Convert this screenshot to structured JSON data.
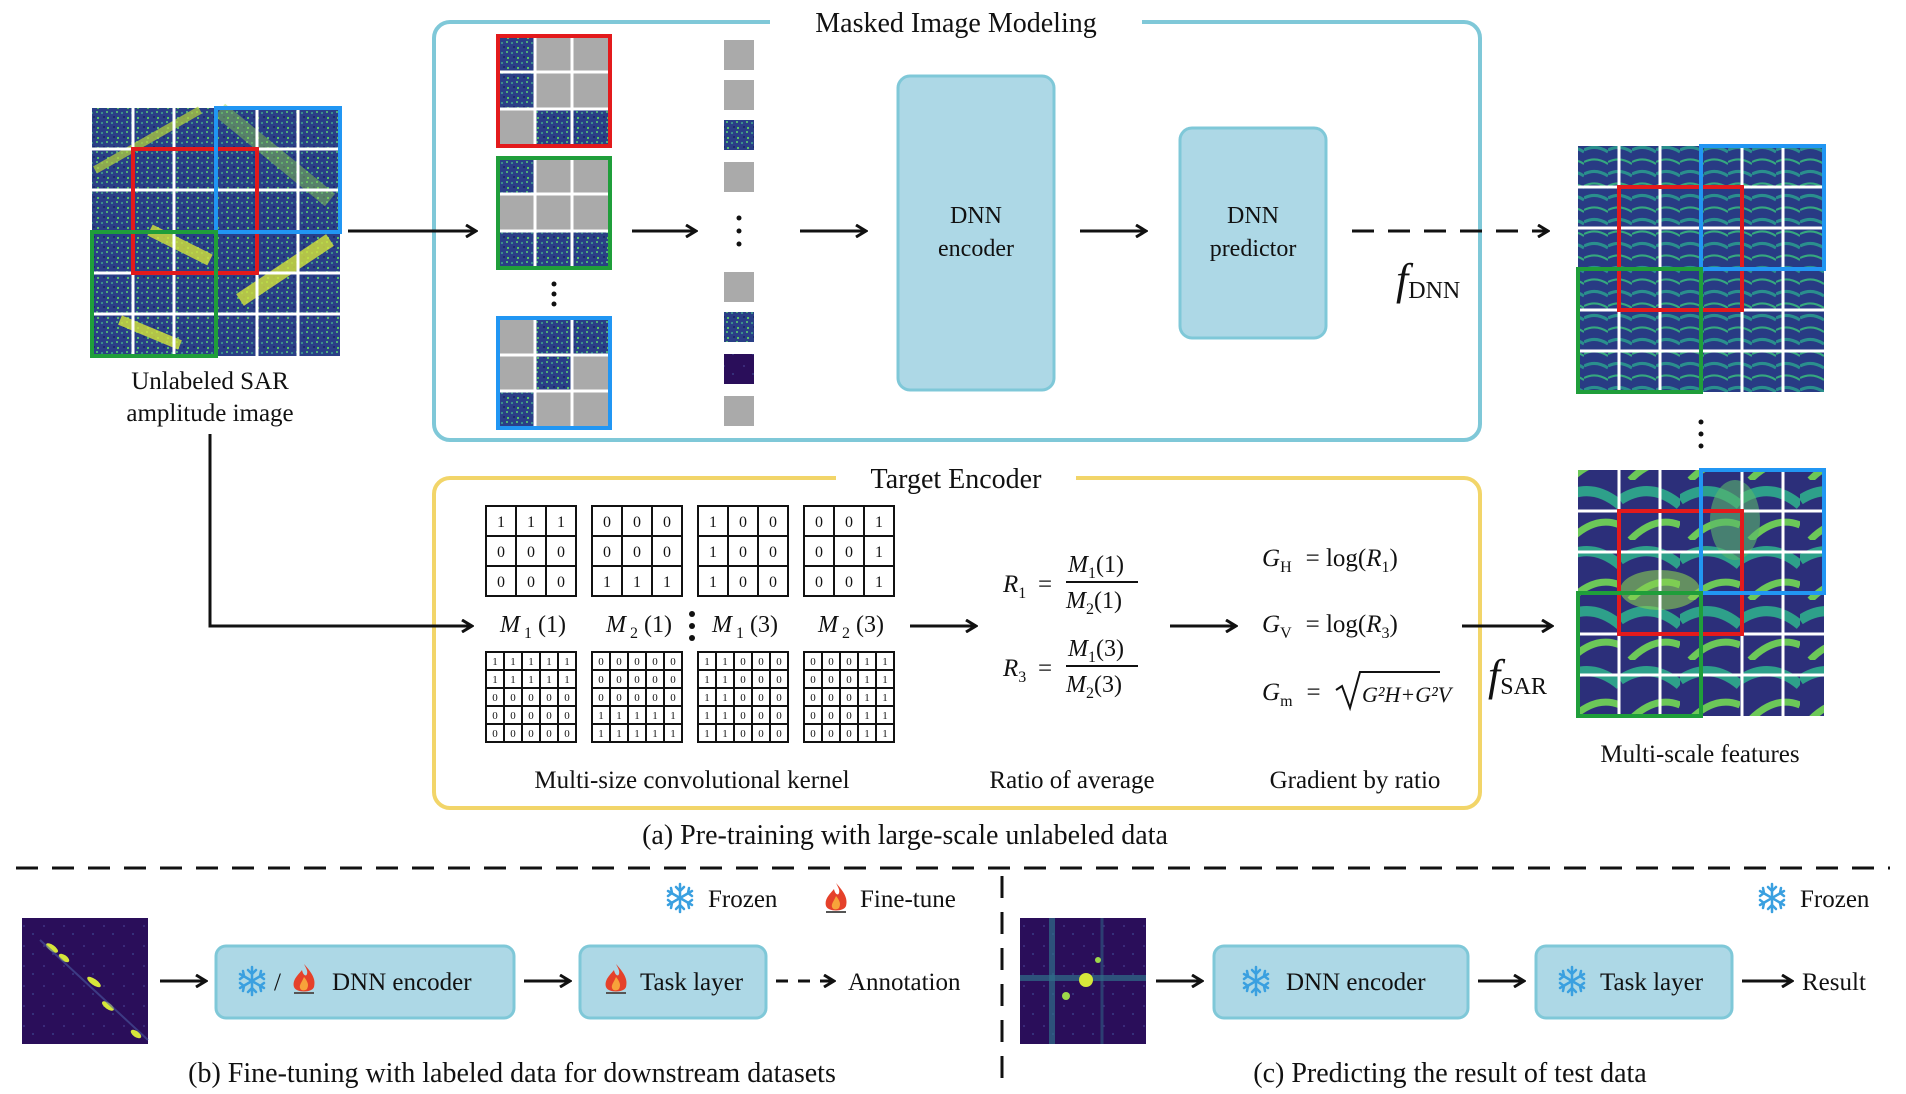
{
  "colors": {
    "mim_frame": "#7fc8d8",
    "te_frame": "#f2d569",
    "box_fill": "#add8e6",
    "box_stroke": "#7fc8d8",
    "red": "#e31a1c",
    "green": "#1f9e3a",
    "blue": "#2196f3",
    "mask_gray": "#aaaaaa",
    "snow_blue": "#3aa0e0",
    "fire_red": "#e5412a"
  },
  "icons": [
    "snowflake-icon",
    "fire-icon"
  ],
  "input": {
    "label_line1": "Unlabeled SAR",
    "label_line2": "amplitude image"
  },
  "mim": {
    "title": "Masked Image Modeling",
    "encoder_line1": "DNN",
    "encoder_line2": "encoder",
    "predictor_line1": "DNN",
    "predictor_line2": "predictor",
    "f_symbol": "f",
    "f_sub": "DNN"
  },
  "target_encoder": {
    "title": "Target Encoder",
    "kernels": [
      {
        "rows": [
          [
            "1",
            "1",
            "1"
          ],
          [
            "0",
            "0",
            "0"
          ],
          [
            "0",
            "0",
            "0"
          ]
        ],
        "label": "M",
        "sub": "1",
        "arg": "(1)"
      },
      {
        "rows": [
          [
            "0",
            "0",
            "0"
          ],
          [
            "0",
            "0",
            "0"
          ],
          [
            "1",
            "1",
            "1"
          ]
        ],
        "label": "M",
        "sub": "2",
        "arg": "(1)"
      },
      {
        "rows": [
          [
            "1",
            "0",
            "0"
          ],
          [
            "1",
            "0",
            "0"
          ],
          [
            "1",
            "0",
            "0"
          ]
        ],
        "label": "M",
        "sub": "1",
        "arg": "(3)"
      },
      {
        "rows": [
          [
            "0",
            "0",
            "1"
          ],
          [
            "0",
            "0",
            "1"
          ],
          [
            "0",
            "0",
            "1"
          ]
        ],
        "label": "M",
        "sub": "2",
        "arg": "(3)"
      }
    ],
    "kernel_caption": "Multi-size convolutional kernel",
    "ratio_caption": "Ratio of average",
    "gradient_caption": "Gradient by ratio",
    "r1": {
      "lhs": "R",
      "lhs_sub": "1",
      "num": "M",
      "num_sub": "1",
      "num_arg": "(1)",
      "den": "M",
      "den_sub": "2",
      "den_arg": "(1)"
    },
    "r3": {
      "lhs": "R",
      "lhs_sub": "3",
      "num": "M",
      "num_sub": "1",
      "num_arg": "(3)",
      "den": "M",
      "den_sub": "2",
      "den_arg": "(3)"
    },
    "gh": {
      "lhs": "G",
      "lhs_sub": "H",
      "rhs": "= log(",
      "r": "R",
      "r_sub": "1",
      "close": ")"
    },
    "gv": {
      "lhs": "G",
      "lhs_sub": "V",
      "rhs": "= log(",
      "r": "R",
      "r_sub": "3",
      "close": ")"
    },
    "gm": {
      "lhs": "G",
      "lhs_sub": "m",
      "rhs": "=",
      "expr": "G²H+G²V"
    },
    "f_symbol": "f",
    "f_sub": "SAR"
  },
  "outputs": {
    "label": "Multi-scale features"
  },
  "captions": {
    "a": "(a) Pre-training with large-scale unlabeled data",
    "b": "(b) Fine-tuning with labeled data for downstream datasets",
    "c": "(c) Predicting the result of test data"
  },
  "panel_b": {
    "legend_frozen": "Frozen",
    "legend_finetune": "Fine-tune",
    "encoder_sep": "/",
    "encoder_label": "DNN encoder",
    "task_label": "Task layer",
    "output_label": "Annotation"
  },
  "panel_c": {
    "legend_frozen": "Frozen",
    "encoder_label": "DNN encoder",
    "task_label": "Task layer",
    "output_label": "Result"
  }
}
